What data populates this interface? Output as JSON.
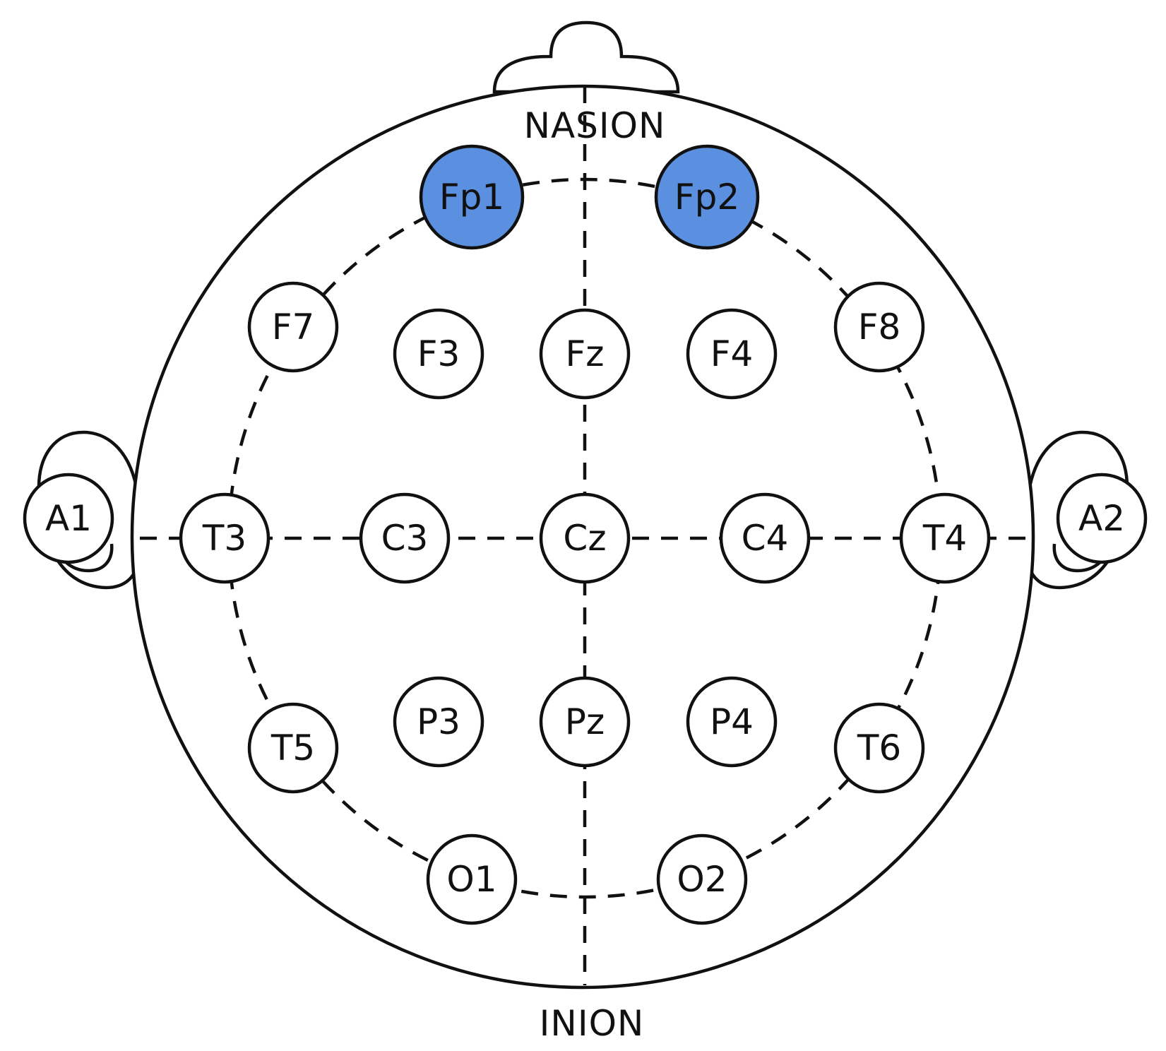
{
  "landmarks": {
    "nasion": "NASION",
    "inion": "INION"
  },
  "colors": {
    "highlight": "#5b8fe0",
    "default_fill": "#ffffff",
    "stroke": "#111111"
  },
  "electrodes": [
    {
      "id": "Fp1",
      "label": "Fp1",
      "highlighted": true
    },
    {
      "id": "Fp2",
      "label": "Fp2",
      "highlighted": true
    },
    {
      "id": "F7",
      "label": "F7",
      "highlighted": false
    },
    {
      "id": "F3",
      "label": "F3",
      "highlighted": false
    },
    {
      "id": "Fz",
      "label": "Fz",
      "highlighted": false
    },
    {
      "id": "F4",
      "label": "F4",
      "highlighted": false
    },
    {
      "id": "F8",
      "label": "F8",
      "highlighted": false
    },
    {
      "id": "A1",
      "label": "A1",
      "highlighted": false
    },
    {
      "id": "T3",
      "label": "T3",
      "highlighted": false
    },
    {
      "id": "C3",
      "label": "C3",
      "highlighted": false
    },
    {
      "id": "Cz",
      "label": "Cz",
      "highlighted": false
    },
    {
      "id": "C4",
      "label": "C4",
      "highlighted": false
    },
    {
      "id": "T4",
      "label": "T4",
      "highlighted": false
    },
    {
      "id": "A2",
      "label": "A2",
      "highlighted": false
    },
    {
      "id": "T5",
      "label": "T5",
      "highlighted": false
    },
    {
      "id": "P3",
      "label": "P3",
      "highlighted": false
    },
    {
      "id": "Pz",
      "label": "Pz",
      "highlighted": false
    },
    {
      "id": "P4",
      "label": "P4",
      "highlighted": false
    },
    {
      "id": "T6",
      "label": "T6",
      "highlighted": false
    },
    {
      "id": "O1",
      "label": "O1",
      "highlighted": false
    },
    {
      "id": "O2",
      "label": "O2",
      "highlighted": false
    }
  ]
}
